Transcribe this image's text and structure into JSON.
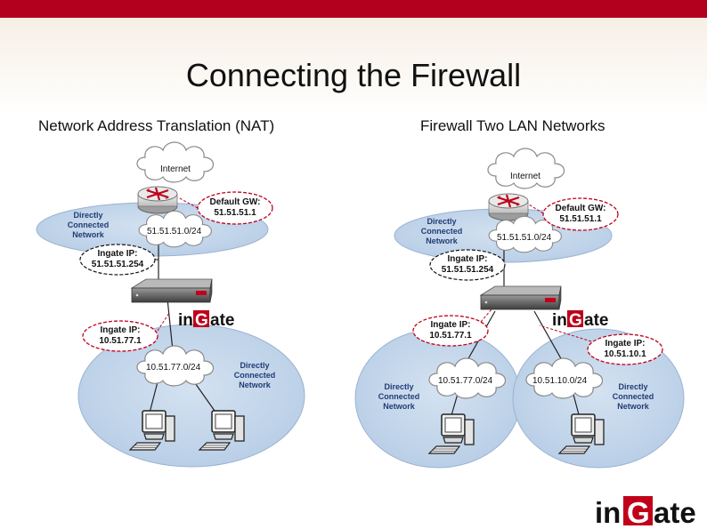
{
  "slide": {
    "title": "Connecting the Firewall",
    "accent_color": "#b3001e"
  },
  "left": {
    "subtitle": "Network Address Translation (NAT)",
    "internet": "Internet",
    "default_gw_label": "Default GW:",
    "default_gw_ip": "51.51.51.1",
    "upper_network": "51.51.51.0/24",
    "ingate_ip_label": "Ingate IP:",
    "ingate_ip_outside": "51.51.51.254",
    "ingate_ip_inside": "10.51.77.1",
    "lower_network": "10.51.77.0/24",
    "dcn_line1": "Directly",
    "dcn_line2": "Connected",
    "dcn_line3": "Network"
  },
  "right": {
    "subtitle": "Firewall Two LAN Networks",
    "internet": "Internet",
    "default_gw_label": "Default GW:",
    "default_gw_ip": "51.51.51.1",
    "upper_network": "51.51.51.0/24",
    "ingate_ip_label": "Ingate IP:",
    "ingate_ip_outside": "51.51.51.254",
    "ingate_ip_lan1": "10.51.77.1",
    "ingate_ip_lan2": "10.51.10.1",
    "lan1_network": "10.51.77.0/24",
    "lan2_network": "10.51.10.0/24",
    "dcn_line1": "Directly",
    "dcn_line2": "Connected",
    "dcn_line3": "Network"
  },
  "brand": {
    "prefix": "in",
    "g": "G",
    "suffix": "ate"
  },
  "icons": [
    "router-icon",
    "firewall-appliance-icon",
    "workstation-icon",
    "cloud-icon"
  ]
}
